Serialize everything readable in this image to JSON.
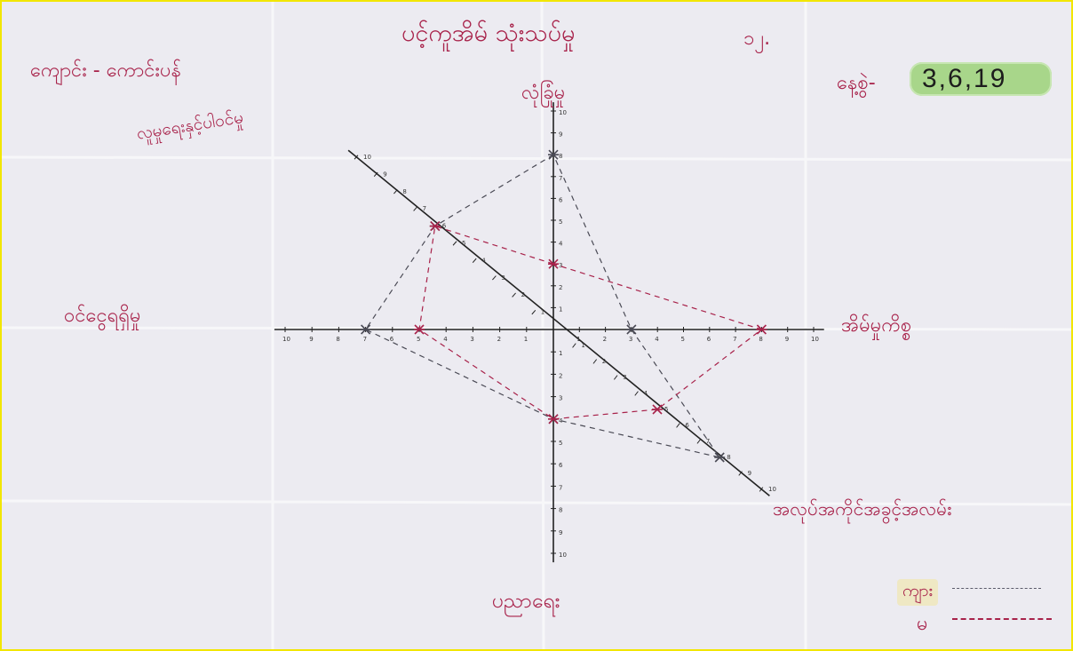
{
  "title": "ပင့်ကူအိမ် သုံးသပ်မှု",
  "sheet_number": "၁၂.",
  "school": "ကျောင်း - ကောင်းပန်",
  "date_label": "နေ့စွဲ-",
  "date_value": "3,6,19",
  "axes": {
    "top": "လုံခြုံမှု",
    "diagonal_top": "လူမှုရေးနှင့်ပါဝင်မှု",
    "left": "ဝင်ငွေရရှိမှု",
    "right": "အိမ်မှုကိစ္စ",
    "diagonal_bottom": "အလုပ်အကိုင်အခွင့်အလမ်း",
    "bottom": "ပညာရေး"
  },
  "scale_labels": [
    "1",
    "2",
    "3",
    "4",
    "5",
    "6",
    "7",
    "8",
    "9",
    "10"
  ],
  "legend": [
    {
      "label": "ကျား",
      "line": "black dashed"
    },
    {
      "label": "မ",
      "line": "red dashed"
    }
  ],
  "chart_data": {
    "type": "radar",
    "axis_max": 10,
    "axes_order": [
      "top",
      "diagonal_top",
      "left",
      "bottom",
      "diagonal_bottom",
      "right"
    ],
    "series": [
      {
        "name": "ကျား",
        "color": "#4a4a55",
        "values": [
          8,
          6,
          7,
          4,
          8,
          3
        ]
      },
      {
        "name": "မ",
        "color": "#a8224a",
        "values": [
          3,
          6,
          5,
          4,
          5,
          8
        ]
      }
    ]
  }
}
